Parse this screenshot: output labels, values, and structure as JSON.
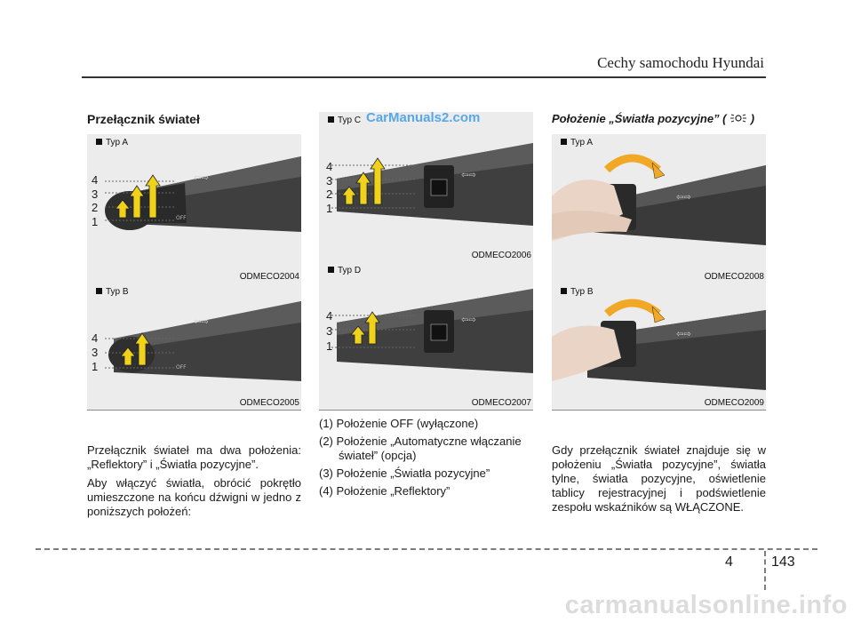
{
  "header": {
    "title": "Cechy samochodu Hyundai"
  },
  "footer": {
    "chapter": "4",
    "page": "143",
    "watermark": "carmanualsonline.info"
  },
  "left": {
    "heading": "Przełącznik świateł",
    "fig_a": {
      "tag": "Typ A",
      "code": "ODMECO2004",
      "labels": [
        "4",
        "3",
        "2",
        "1"
      ]
    },
    "fig_b": {
      "tag": "Typ B",
      "code": "ODMECO2005",
      "labels": [
        "4",
        "3",
        "1"
      ]
    },
    "para1": "Przełącznik świateł ma dwa położenia: „Reflektory” i „Światła pozycyjne”.",
    "para2": "Aby włączyć światła, obrócić pokrętło umieszczone na końcu dźwigni w jedno z poniższych położeń:"
  },
  "middle": {
    "fig_c": {
      "tag": "Typ C",
      "code": "ODMECO2006",
      "labels": [
        "4",
        "3",
        "2",
        "1"
      ]
    },
    "fig_d": {
      "tag": "Typ D",
      "code": "ODMECO2007",
      "labels": [
        "4",
        "3",
        "1"
      ]
    },
    "site_watermark": "CarManuals2.com",
    "list": [
      "(1) Położenie OFF (wyłączone)",
      "(2) Położenie „Automatyczne włączanie świateł” (opcja)",
      "(3) Położenie „Światła pozycyjne”",
      "(4) Położenie „Reflektory”"
    ]
  },
  "right": {
    "heading_prefix": "Położenie „Światła pozycyjne” (",
    "heading_suffix": ")",
    "fig_a": {
      "tag": "Typ A",
      "code": "ODMECO2008"
    },
    "fig_b": {
      "tag": "Typ B",
      "code": "ODMECO2009"
    },
    "para": "Gdy przełącznik świateł znajduje się w położeniu „Światła pozycyjne”, światła tylne, światła pozycyjne, oświetlenie tablicy rejestracyjnej i podświetlenie zespołu wskaźników są WŁĄCZONE."
  }
}
